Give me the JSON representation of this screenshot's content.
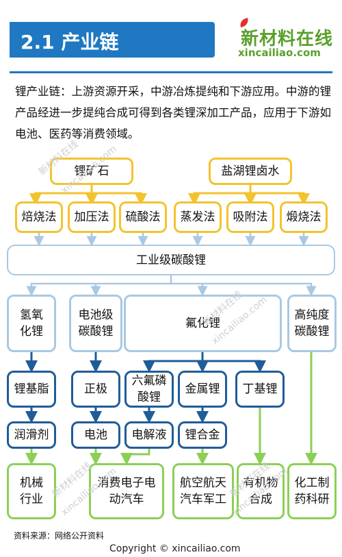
{
  "header": {
    "title": "2.1 产业链"
  },
  "logo": {
    "name_cn": "新材料在线",
    "name_en": "xincailiao.com"
  },
  "intro": {
    "text": "锂产业链：上游资源开采，中游冶炼提纯和下游应用。中游的锂产品经进一步提纯合成可得到各类锂深加工产品，应用于下游如电池、医药等消费领域。"
  },
  "diagram": {
    "sources": [
      "锂矿石",
      "盐湖锂卤水"
    ],
    "methods": [
      "焙烧法",
      "加压法",
      "硫酸法",
      "蒸发法",
      "吸附法",
      "煅烧法"
    ],
    "hub": "工业级碳酸锂",
    "mid": [
      "氢氧化锂",
      "电池级碳酸锂",
      "氟化锂",
      "高纯度碳酸锂"
    ],
    "products": [
      "锂基脂",
      "正极",
      "六氟磷酸锂",
      "金属锂",
      "丁基锂"
    ],
    "intermediates": [
      "润滑剂",
      "电池",
      "电解液",
      "锂合金"
    ],
    "applications": [
      "机械行业",
      "消费电子电动汽车",
      "航空航天汽车军工",
      "有机物合成",
      "化工制药科研"
    ]
  },
  "colors": {
    "header": "#1f78c1",
    "yellow": "#f3c32d",
    "light_blue": "#a9c8e2",
    "dark_blue": "#1f5c99",
    "green": "#8ccf55",
    "logo_green": "#5aa02c"
  },
  "watermark": {
    "cn": "新材料在线",
    "en": "xincailiao.com"
  },
  "footer": {
    "source": "资料来源：网络公开资料",
    "copyright": "Copyright © xincailiao.com"
  }
}
